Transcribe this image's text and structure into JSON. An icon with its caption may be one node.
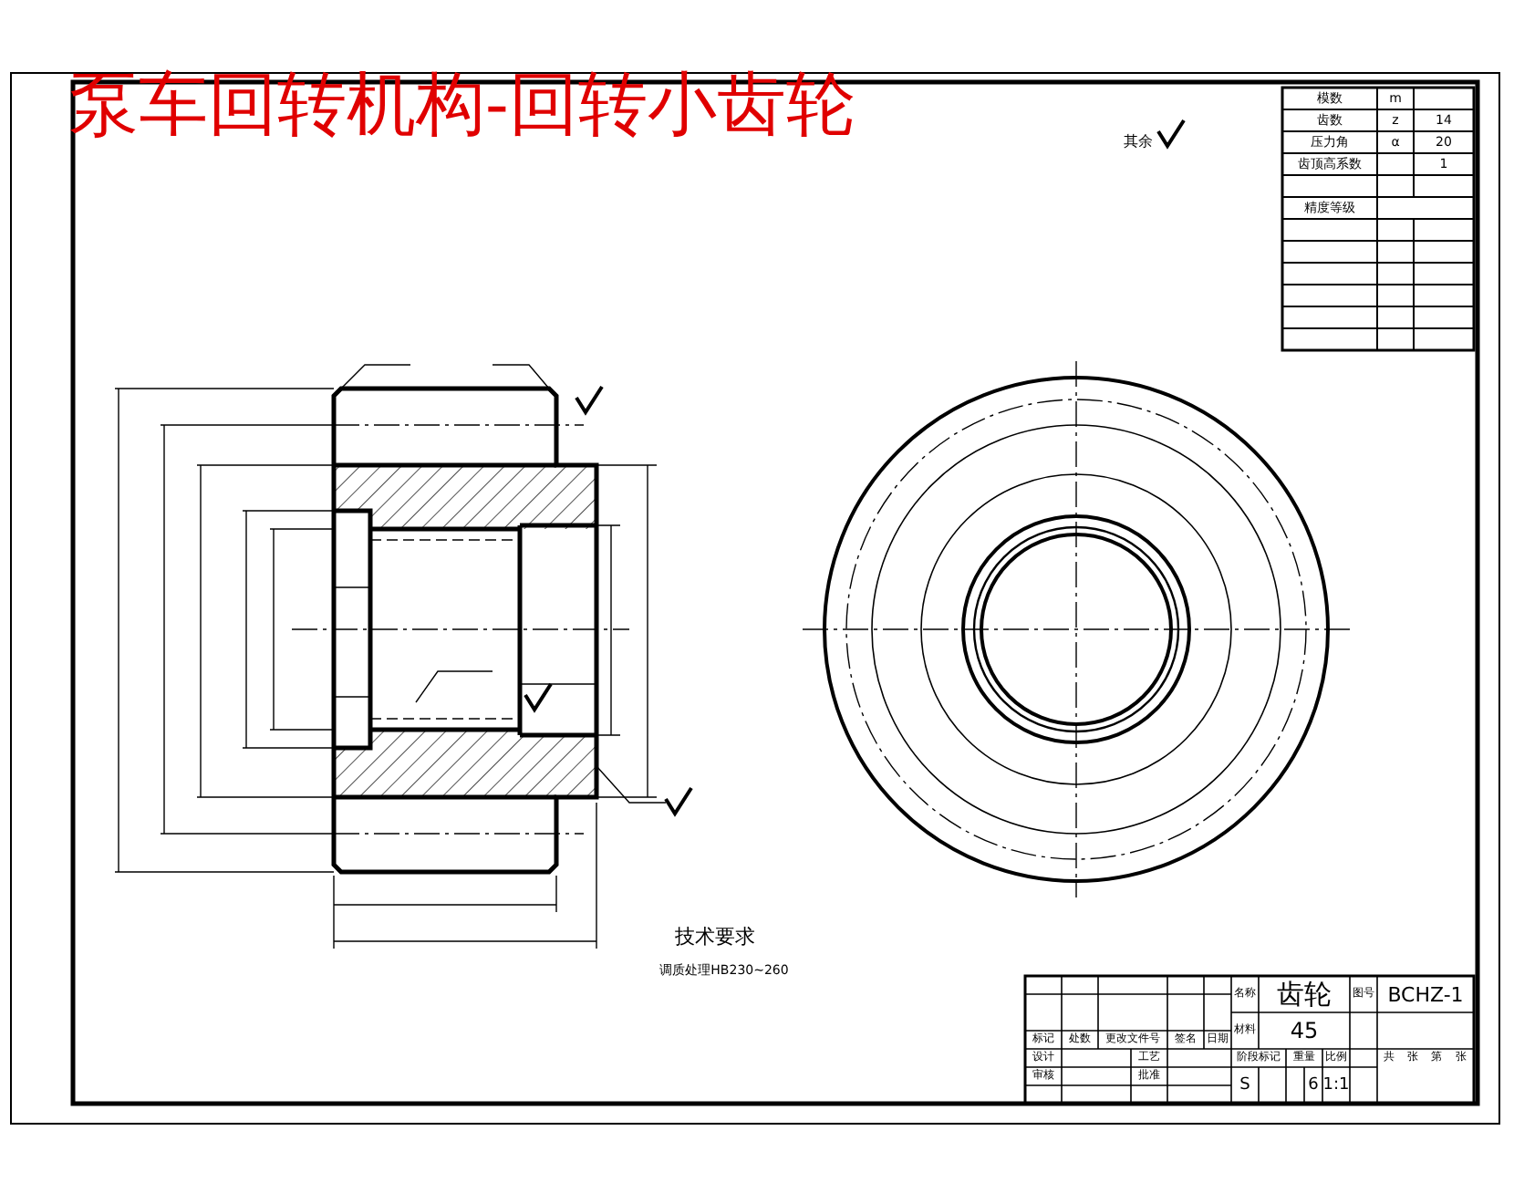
{
  "diagram": {
    "title": "泵车回转机构-回转小齿轮",
    "labels": [
      "模数",
      "m",
      "齿数",
      "z",
      "14",
      "压力角",
      "α",
      "20",
      "齿顶高系数",
      "1",
      "精度等级",
      "其余",
      "技术要求",
      "调质处理HB230~260",
      "名称",
      "齿轮",
      "图号",
      "BCHZ-1",
      "材料",
      "45",
      "标记",
      "处数",
      "更改文件号",
      "签名",
      "日期",
      "设计",
      "工艺",
      "审核",
      "批准",
      "阶段标记",
      "重量",
      "比例",
      "S",
      "6",
      "1:1",
      "共",
      "张",
      "第",
      "张"
    ]
  }
}
